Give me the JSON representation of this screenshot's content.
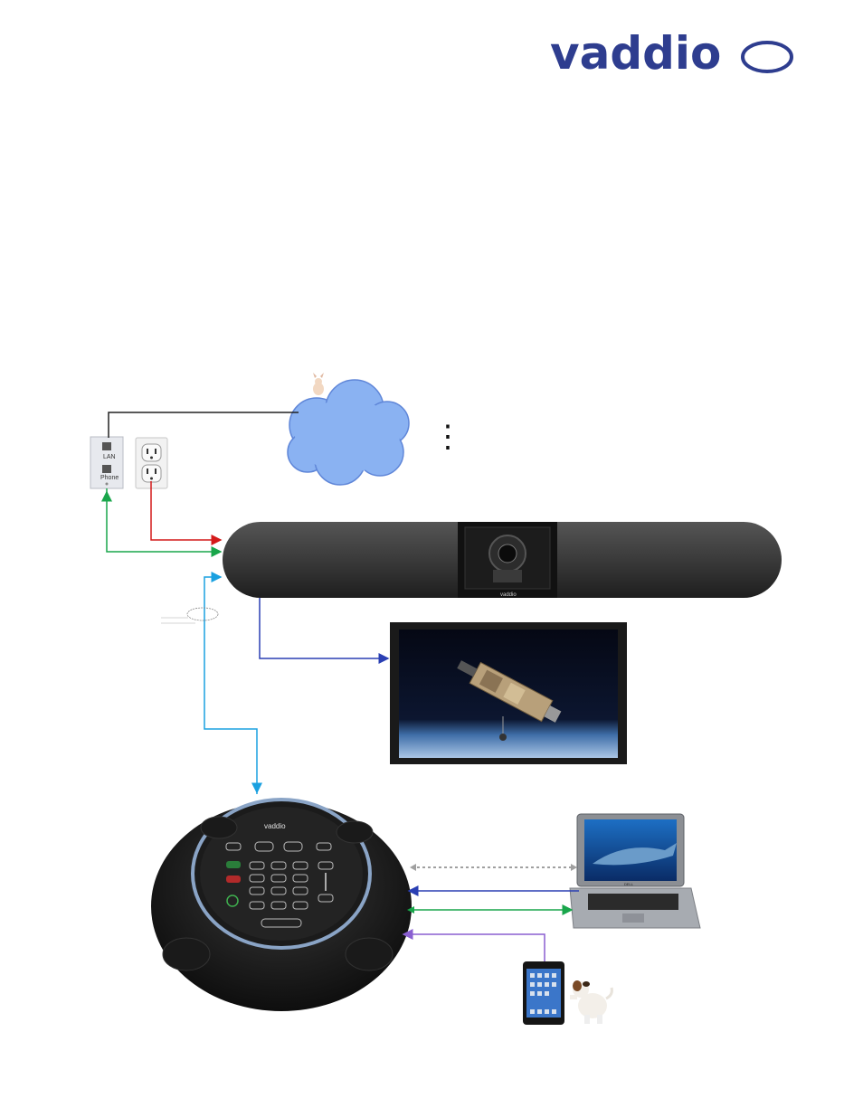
{
  "brand": {
    "logo_text": "vaddio",
    "logo_color": "#2e3d8f"
  },
  "colors": {
    "network_line": "#19a64b",
    "power_line": "#d41a1a",
    "hdmi_line": "#2a3fb3",
    "usb_line": "#1aa0e0",
    "audio_line": "#8a5fd1",
    "bluetooth_line": "#a0a0a0",
    "cloud_fill": "#8ab2f2",
    "cloud_stroke": "#5f86d8"
  },
  "devices": {
    "wall_jack_labels": [
      "LAN",
      "Phone"
    ],
    "soundbar_logo": "vaddio",
    "speakerphone_logo": "vaddio",
    "laptop_brand": "DELL"
  },
  "ellipsis_marker": "⋮"
}
